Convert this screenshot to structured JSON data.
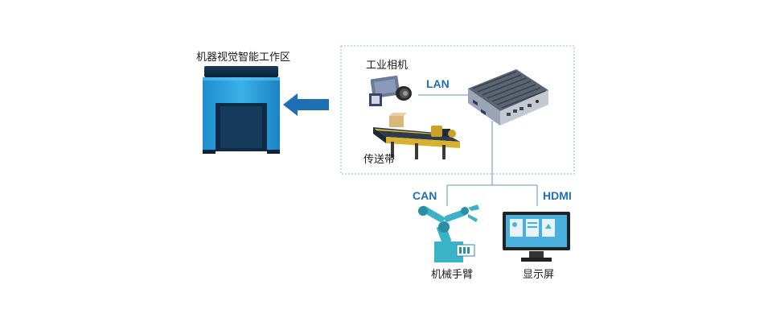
{
  "labels": {
    "workzone": "机器视觉智能工作区",
    "camera": "工业相机",
    "conveyor": "传送带",
    "lan": "LAN",
    "can": "CAN",
    "hdmi": "HDMI",
    "robot_arm": "机械手臂",
    "display": "显示屏"
  },
  "colors": {
    "arrow": "#1f6fb5",
    "workzone_body": "#2a9fd8",
    "box_border": "#8fb8d8",
    "line": "#5a95c8",
    "robot": "#3bb3c6",
    "bus_text": "#1f6fb5"
  },
  "icons": [
    "workzone-gate-icon",
    "industrial-camera-icon",
    "conveyor-icon",
    "industrial-pc-icon",
    "robot-arm-icon",
    "monitor-icon",
    "left-arrow-icon"
  ]
}
